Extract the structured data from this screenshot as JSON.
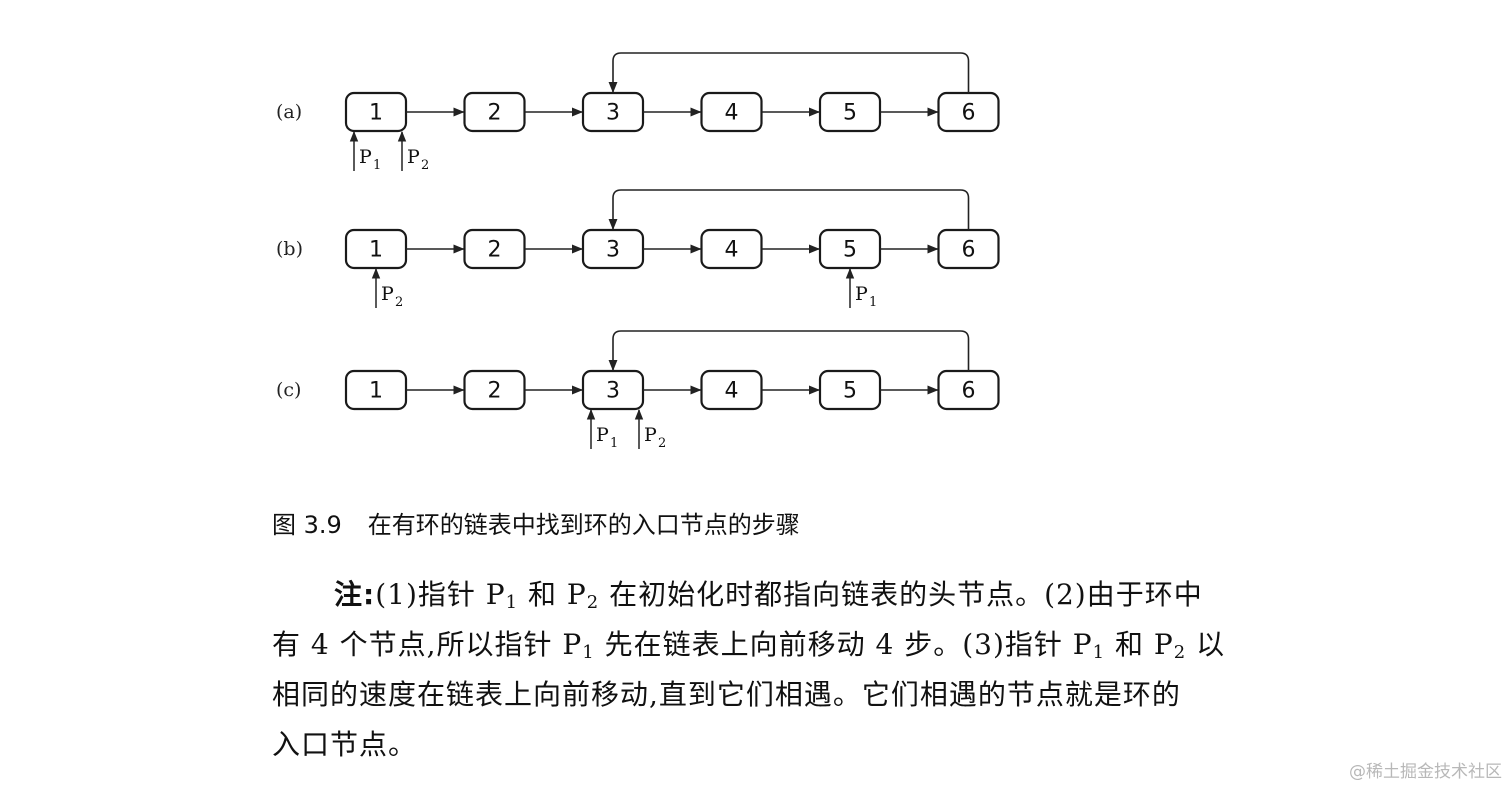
{
  "diagram": {
    "rows": [
      {
        "label": "(a)",
        "nodes": [
          "1",
          "2",
          "3",
          "4",
          "5",
          "6"
        ],
        "loop_from": "6",
        "loop_to": "3",
        "pointers": [
          {
            "name": "P",
            "sub": "1",
            "at": "1",
            "side": "left"
          },
          {
            "name": "P",
            "sub": "2",
            "at": "1",
            "side": "right"
          }
        ]
      },
      {
        "label": "(b)",
        "nodes": [
          "1",
          "2",
          "3",
          "4",
          "5",
          "6"
        ],
        "loop_from": "6",
        "loop_to": "3",
        "pointers": [
          {
            "name": "P",
            "sub": "2",
            "at": "1",
            "side": "center"
          },
          {
            "name": "P",
            "sub": "1",
            "at": "5",
            "side": "center"
          }
        ]
      },
      {
        "label": "(c)",
        "nodes": [
          "1",
          "2",
          "3",
          "4",
          "5",
          "6"
        ],
        "loop_from": "6",
        "loop_to": "3",
        "pointers": [
          {
            "name": "P",
            "sub": "1",
            "at": "3",
            "side": "left"
          },
          {
            "name": "P",
            "sub": "2",
            "at": "3",
            "side": "right"
          }
        ]
      }
    ]
  },
  "caption": {
    "number": "图 3.9",
    "text": "在有环的链表中找到环的入口节点的步骤"
  },
  "note": {
    "lead": "注:",
    "line1": {
      "a": "(1)指针 P",
      "a_sub": "1",
      "b": " 和 P",
      "b_sub": "2",
      "c": " 在初始化时都指向链表的头节点。(2)由于环中"
    },
    "line2": {
      "a": "有 4 个节点,所以指针 P",
      "a_sub": "1",
      "b": " 先在链表上向前移动 4 步。(3)指针 P",
      "b_sub": "1",
      "c": " 和 P",
      "c_sub": "2",
      "d": " 以"
    },
    "line3": "相同的速度在链表上向前移动,直到它们相遇。它们相遇的节点就是环的",
    "line4": "入口节点。"
  },
  "watermark": "@稀土掘金技术社区"
}
